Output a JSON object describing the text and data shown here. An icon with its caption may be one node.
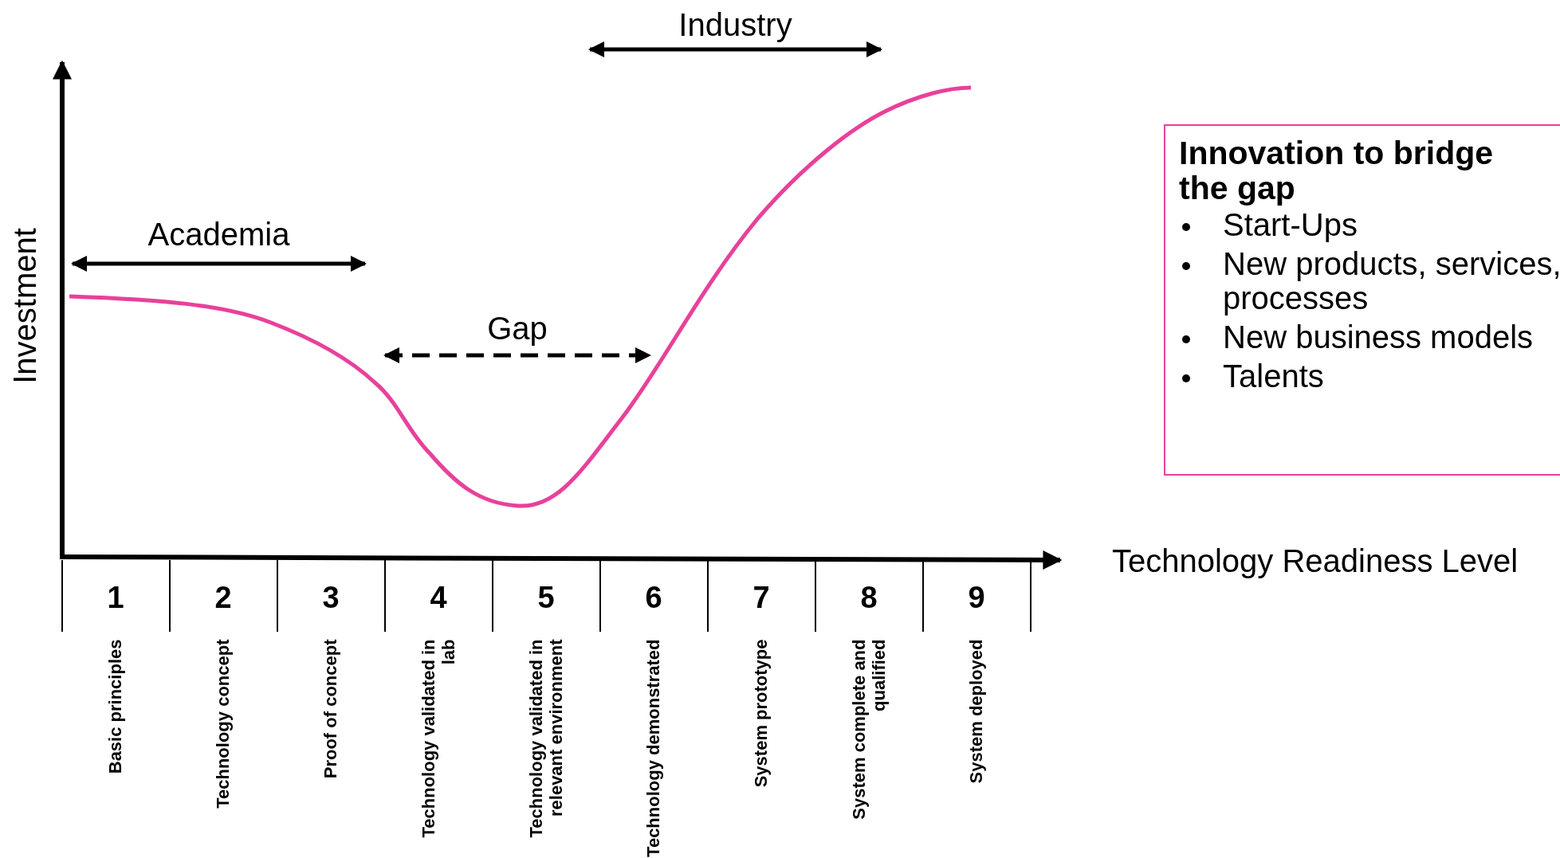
{
  "diagram": {
    "nodes": [
      {
        "text": [
          "Innovation to bridge the gap",
          "Start-Ups",
          "New products, services, processes",
          "New business models",
          "Talents"
        ]
      }
    ],
    "labels": [
      "Industry",
      "Academia",
      "Gap",
      "Investment",
      "Technology Readiness Level",
      "1",
      "2",
      "3",
      "4",
      "5",
      "6",
      "7",
      "8",
      "9",
      "Basic principles",
      "Technology concept",
      "Proof of concept",
      "Technology validated in lab",
      "Technology validated in relevant environment",
      "Technology demonstrated",
      "System prototype",
      "System complete and qualified",
      "System deployed"
    ]
  }
}
